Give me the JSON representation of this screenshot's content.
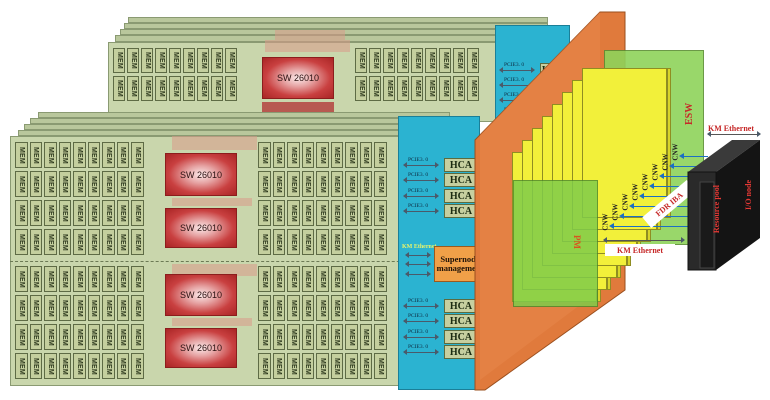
{
  "diagram": {
    "title": "",
    "boards": {
      "mem_label": "MEM",
      "back_board_chips": [
        "SW 26010"
      ],
      "front_board_chips": [
        "SW 26010",
        "SW 26010",
        "SW 26010",
        "SW 26010"
      ]
    },
    "interconnect": {
      "pcie_label": "PCIE3. 0",
      "hca_label": "HCA",
      "back_hca_count": 4,
      "front_upper_hca": [
        "HCA",
        "HCA",
        "HCA",
        "HCA"
      ],
      "front_lower_hca": [
        "HCA",
        "HCA",
        "HCA",
        "HCA"
      ],
      "km_ethernet_small": "KM Ethernet",
      "supernode_management": "Supernode management"
    },
    "switching": {
      "pm_label": "PM",
      "esw_label": "ESW",
      "cnw_label": "CNW",
      "cnw_count": 8,
      "fdr_ib_label": "FDR IBA",
      "km_ethernet_bottom": "KM Ethernet",
      "km_ethernet_right": "KM Ethernet"
    },
    "io": {
      "resource_pool": "Resource pool",
      "io_node": "I/O node"
    },
    "colors": {
      "board_green": "#c9d6ac",
      "chip_red": "#a92525",
      "blue_panel": "#2bb3d1",
      "orange_backplane": "#e07a3c",
      "yellow_switch": "#f2f03a",
      "green_pm": "#7fcc4a",
      "io_black": "#1e1e1e",
      "label_red": "#c62828",
      "arrow_blue": "#1c6fc4"
    }
  }
}
